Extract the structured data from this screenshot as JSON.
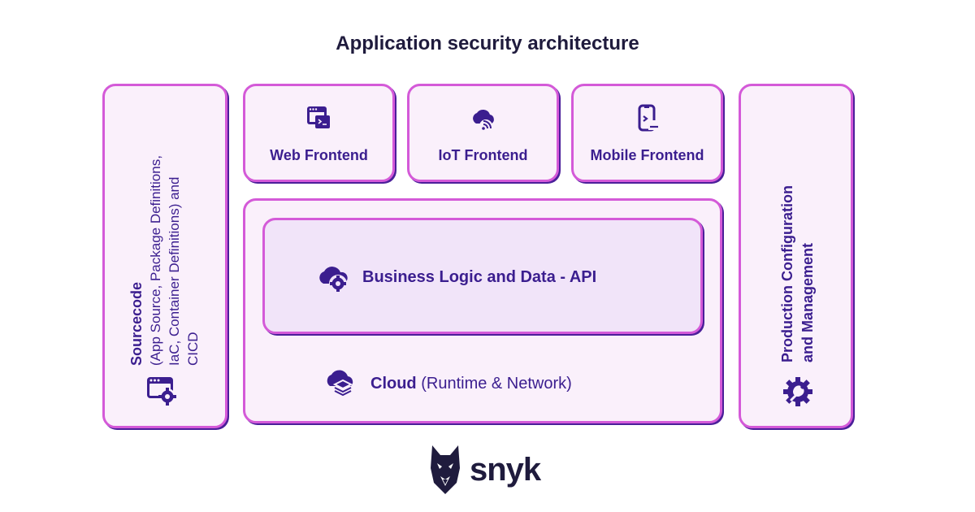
{
  "title": "Application security architecture",
  "sourcecode": {
    "heading": "Sourcecode",
    "line1": "(App Source, Package Definitions,",
    "line2": "IaC, Container Definitions) and",
    "line3": "CICD",
    "icon": "browser-gear-icon"
  },
  "production": {
    "line1": "Production Configuration",
    "line2": "and Management",
    "icon": "gear-wrench-icon"
  },
  "frontends": [
    {
      "label": "Web Frontend",
      "icon": "browser-terminal-icon"
    },
    {
      "label": "IoT Frontend",
      "icon": "cloud-signal-icon"
    },
    {
      "label": "Mobile Frontend",
      "icon": "mobile-terminal-icon"
    }
  ],
  "api": {
    "label": "Business Logic and Data - API",
    "icon": "cloud-gear-icon"
  },
  "cloud": {
    "label_bold": "Cloud",
    "label_rest": "(Runtime & Network)",
    "icon": "cloud-layers-icon"
  },
  "logo": {
    "text": "snyk",
    "icon": "snyk-dog-logo"
  },
  "colors": {
    "border": "#d45ad8",
    "shadow": "#4b1f9a",
    "fill": "#faf0fb",
    "api_fill": "#f1e4f9",
    "text": "#3b1e8f"
  }
}
